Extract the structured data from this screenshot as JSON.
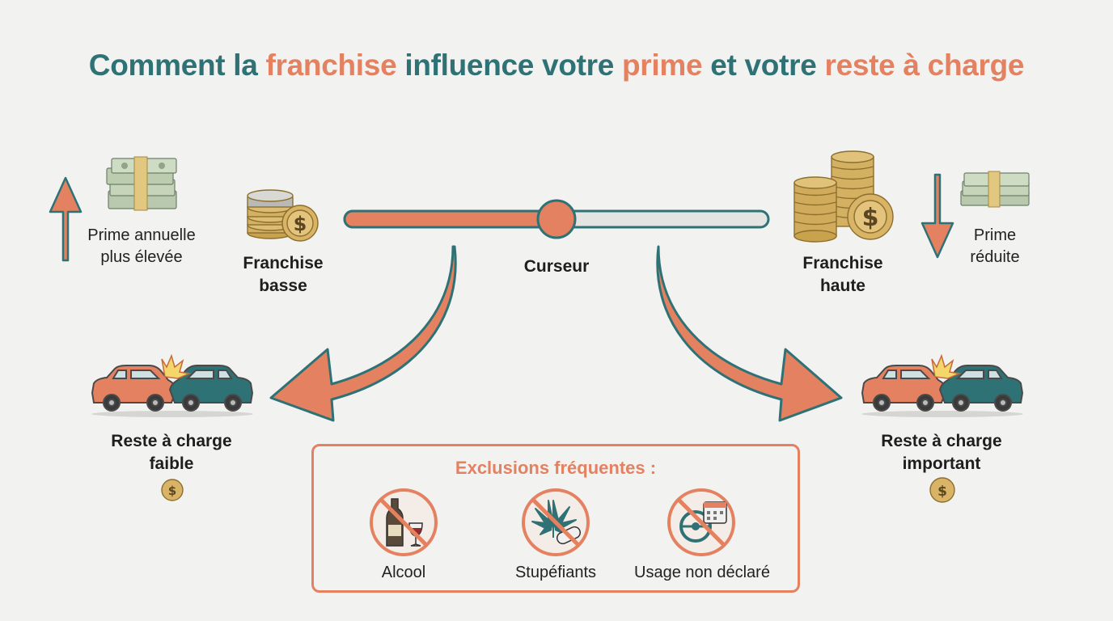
{
  "title": {
    "part1": "Comment la ",
    "word1": "franchise",
    "part2": " influence votre ",
    "word2": "prime",
    "part3": " et votre ",
    "word3": "reste à charge"
  },
  "left": {
    "prime_line1": "Prime annuelle",
    "prime_line2": "plus élevée",
    "franchise_line1": "Franchise",
    "franchise_line2": "basse",
    "reste_line1": "Reste à charge",
    "reste_line2": "faible"
  },
  "right": {
    "prime_line1": "Prime",
    "prime_line2": "réduite",
    "franchise_line1": "Franchise",
    "franchise_line2": "haute",
    "reste_line1": "Reste à charge",
    "reste_line2": "important"
  },
  "slider": {
    "label": "Curseur",
    "value_fraction": 0.5
  },
  "exclusions": {
    "title": "Exclusions fréquentes :",
    "items": [
      {
        "label": "Alcool",
        "icon": "no-alcohol-icon"
      },
      {
        "label": "Stupéfiants",
        "icon": "no-drugs-icon"
      },
      {
        "label": "Usage non déclaré",
        "icon": "no-undeclared-use-icon"
      }
    ]
  },
  "colors": {
    "teal": "#2f7276",
    "coral": "#e38161",
    "gold": "#c9a24e"
  }
}
